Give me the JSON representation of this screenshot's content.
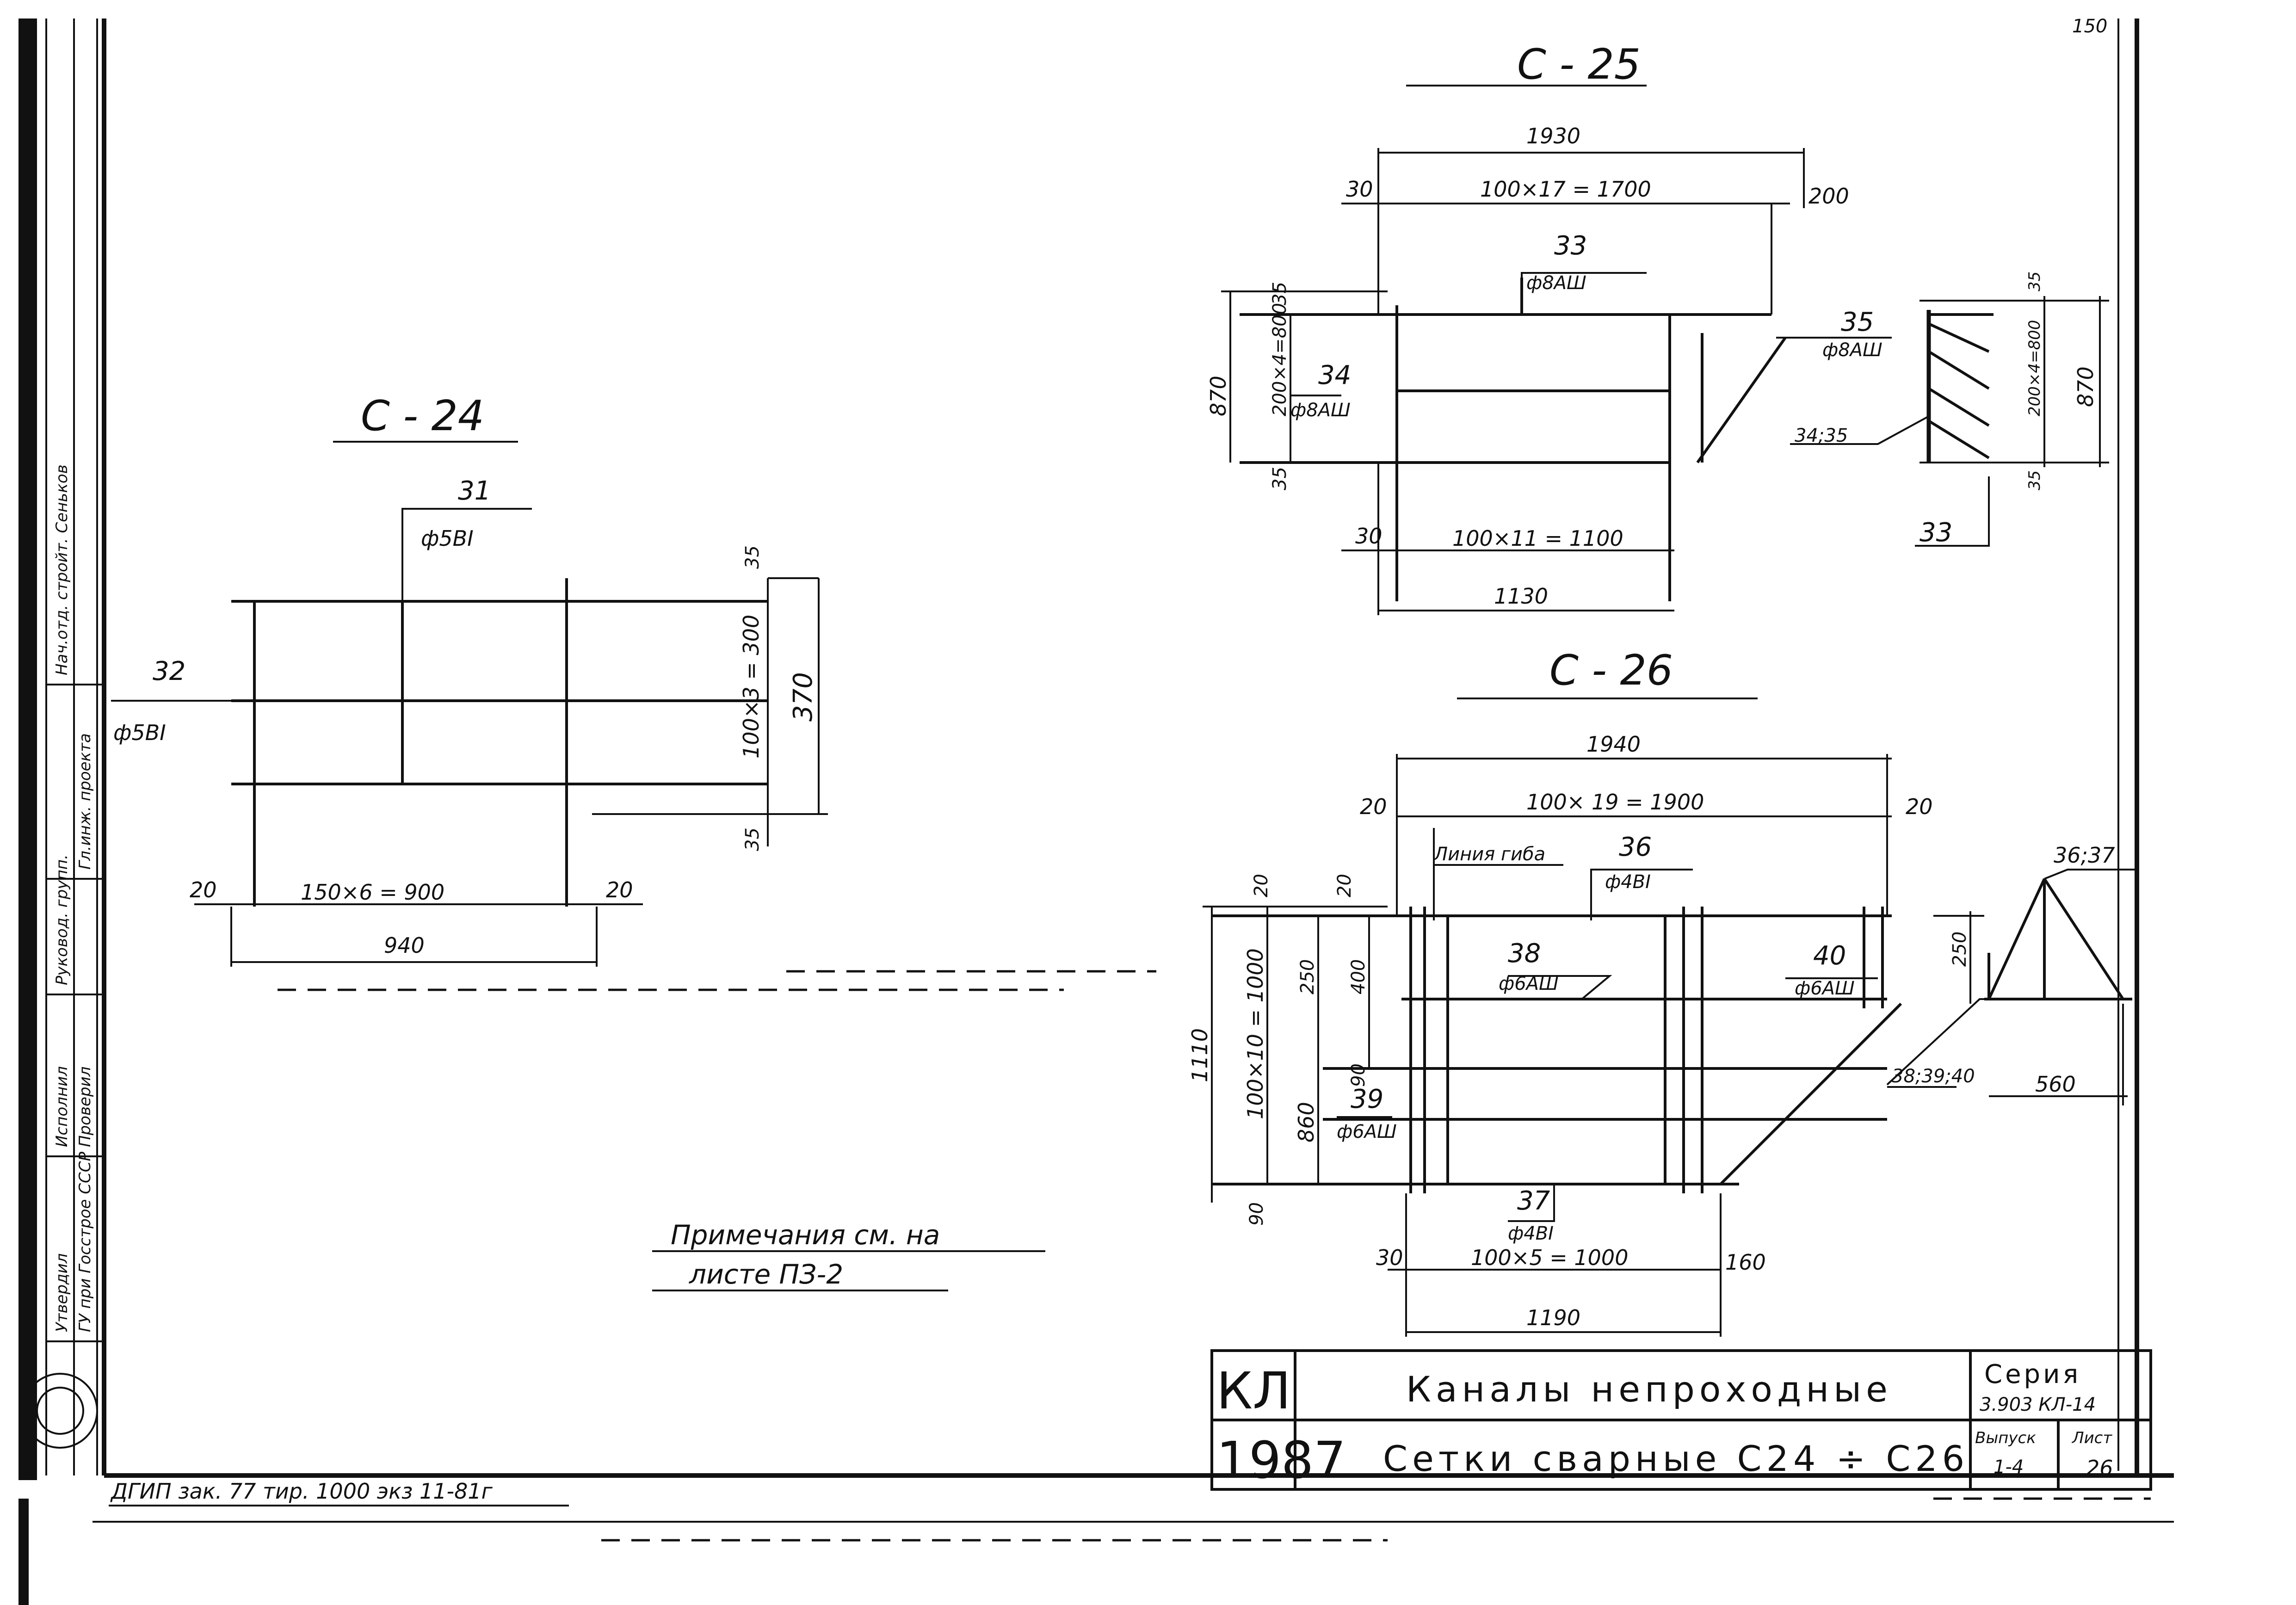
{
  "c24": {
    "title": "С - 24",
    "pos_top_num": "31",
    "pos_top_rebar": "ф5ВI",
    "pos_left_num": "32",
    "pos_left_rebar": "ф5ВI",
    "dim_bottom_inner": "150×6 = 900",
    "dim_bottom_total": "940",
    "dim_left_edge": "20",
    "dim_right_edge": "20",
    "dim_top_edge": "35",
    "dim_bottom_edge": "35",
    "dim_right_inner": "100×3 = 300",
    "dim_right_total": "370"
  },
  "c25": {
    "title": "С - 25",
    "dim_top_total": "1930",
    "dim_top_inner": "100×17 = 1700",
    "dim_top_left": "30",
    "dim_top_right": "200",
    "pos_top_num": "33",
    "pos_top_rebar": "ф8АШ",
    "pos_left_num": "34",
    "pos_left_rebar": "ф8АШ",
    "pos_right_num": "35",
    "pos_right_rebar": "ф8АШ",
    "dim_left_total": "870",
    "dim_left_inner": "200×4=800",
    "dim_left_top": "35",
    "dim_left_bottom": "35",
    "dim_bottom_left": "30",
    "dim_bottom_inner": "100×11 = 1100",
    "dim_bottom_total": "1130",
    "section_label": "34;35",
    "section_bottom_num": "33",
    "section_dim_top": "35",
    "section_dim_inner": "200×4=800",
    "section_dim_total": "870",
    "section_dim_bottom": "35"
  },
  "c26": {
    "title": "С - 26",
    "dim_top_total": "1940",
    "dim_top_inner": "100× 19 = 1900",
    "dim_top_left": "20",
    "dim_top_right": "20",
    "bend_label": "Линия гиба",
    "pos_36_num": "36",
    "pos_36_rebar": "ф4ВI",
    "pos_38_num": "38",
    "pos_38_rebar": "ф6АШ",
    "pos_40_num": "40",
    "pos_40_rebar": "ф6АШ",
    "pos_39_num": "39",
    "pos_39_rebar": "ф6АШ",
    "pos_37_num": "37",
    "pos_37_rebar": "ф4ВI",
    "dim_left_total": "1110",
    "dim_left_inner": "100×10 = 1000",
    "dim_left_top": "20",
    "dim_left_bottom": "90",
    "dim_250": "250",
    "dim_400": "400",
    "dim_860": "860",
    "dim_90": "90",
    "dim_20b": "20",
    "dim_bottom_left": "30",
    "dim_bottom_inner": "100×5 = 1000",
    "dim_bottom_right": "160",
    "dim_bottom_total": "1190",
    "section_top_label": "36;37",
    "section_left_label": "38;39;40",
    "section_dim_250": "250",
    "section_dim_560": "560"
  },
  "note": {
    "line1": "Примечания  см. на",
    "line2": "листе  ПЗ-2"
  },
  "title_block": {
    "code": "КЛ",
    "year": "1987",
    "name_line1": "Каналы  непроходные",
    "name_line2": "Сетки  сварные  С24 ÷ С26",
    "series_label": "Серия",
    "series_value": "3.903 КЛ-14",
    "issue_label": "Выпуск",
    "issue_value": "1-4",
    "sheet_label": "Лист",
    "sheet_value": "26"
  },
  "footer": "ДГИП  зак. 77  тир. 1000 экз  11-81г",
  "corner_mark": "150",
  "side_stamp": [
    "Нач.отд. стройт. Сеньков",
    "Гл.инж. проекта",
    "Руковод. групп.",
    "Исполнил",
    "Проверил",
    "Утвердил",
    "ГУ при Госстрое СССР"
  ]
}
